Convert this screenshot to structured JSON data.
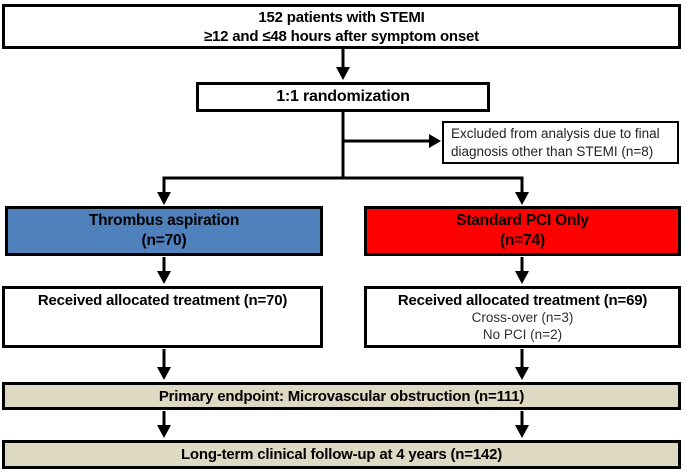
{
  "colors": {
    "arm_left_fill": "#4F81BD",
    "arm_right_fill": "#FF0000",
    "endpoint_fill": "#DDD9C3",
    "line": "#000000"
  },
  "boxes": {
    "enrollment": {
      "line1": "152 patients with STEMI",
      "line2": "≥12 and ≤48 hours after symptom onset"
    },
    "randomization": {
      "label": "1:1 randomization"
    },
    "exclusion": {
      "line1": "Excluded from analysis due to final",
      "line2": "diagnosis other than STEMI (n=8)"
    },
    "arm_left": {
      "line1": "Thrombus aspiration",
      "line2": "(n=70)"
    },
    "arm_right": {
      "line1": "Standard PCI Only",
      "line2": "(n=74)"
    },
    "treatment_left": {
      "line1": "Received allocated treatment (n=70)"
    },
    "treatment_right": {
      "line1": "Received allocated treatment (n=69)",
      "line2": "Cross-over (n=3)",
      "line3": "No PCI (n=2)"
    },
    "primary_endpoint": {
      "label": "Primary endpoint: Microvascular obstruction (n=111)"
    },
    "followup": {
      "label": "Long-term clinical follow-up at 4 years (n=142)"
    }
  }
}
